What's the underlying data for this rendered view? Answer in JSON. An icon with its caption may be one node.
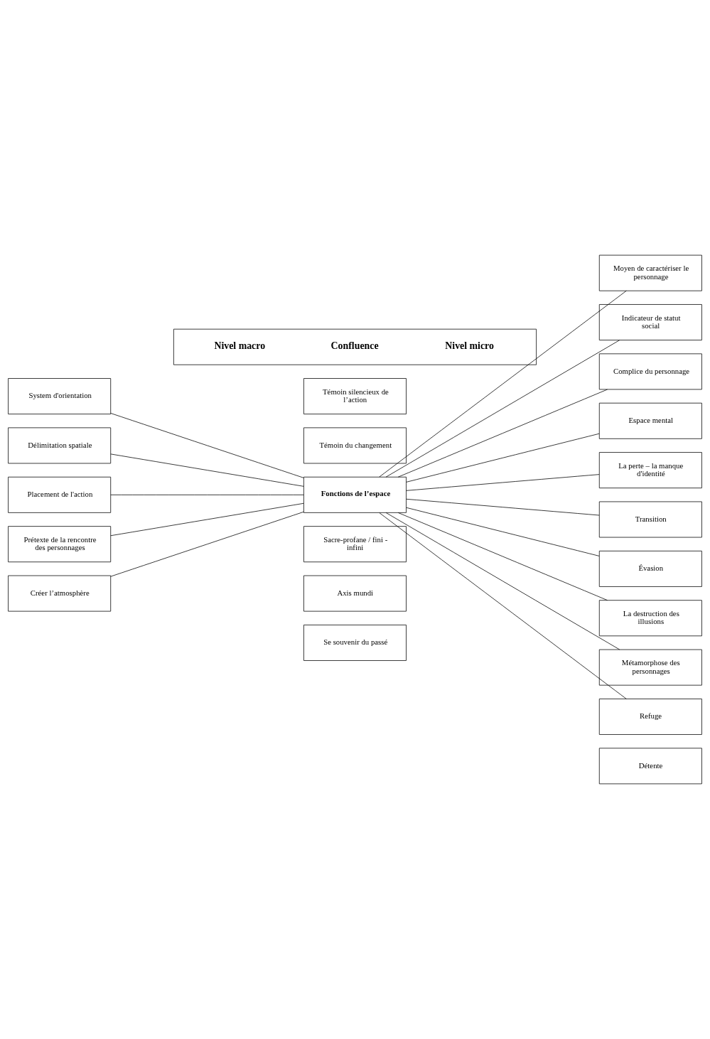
{
  "diagram": {
    "nodes": [
      {
        "text": [
          "Nivel macro",
          "Confluence",
          "Nivel micro"
        ]
      },
      {
        "text": [
          "System d'orientation"
        ]
      },
      {
        "text": [
          "Délimitation spatiale"
        ]
      },
      {
        "text": [
          "Placement de l'action"
        ]
      },
      {
        "text": [
          "Prétexte de la rencontre des personnages"
        ]
      },
      {
        "text": [
          "Créer l’atmosphère"
        ]
      },
      {
        "text": [
          "Témoin silencieux de l’action"
        ]
      },
      {
        "text": [
          "Témoin du changement"
        ]
      },
      {
        "text": [
          "Fonctions de l’espace"
        ]
      },
      {
        "text": [
          "Sacre-profane / fini - infini"
        ]
      },
      {
        "text": [
          "Axis mundi"
        ]
      },
      {
        "text": [
          "Se souvenir du passé"
        ]
      },
      {
        "text": [
          "Moyen de caractériser le personnage"
        ]
      },
      {
        "text": [
          "Indicateur de statut social"
        ]
      },
      {
        "text": [
          "Complice du personnage"
        ]
      },
      {
        "text": [
          "Espace mental"
        ]
      },
      {
        "text": [
          "La perte – la manque d'identité"
        ]
      },
      {
        "text": [
          "Transition"
        ]
      },
      {
        "text": [
          "Évasion"
        ]
      },
      {
        "text": [
          "La destruction des illusions"
        ]
      },
      {
        "text": [
          "Métamorphose des personnages"
        ]
      },
      {
        "text": [
          "Refuge"
        ]
      },
      {
        "text": [
          "Détente"
        ]
      }
    ],
    "edges": [
      {
        "from": 1,
        "to": 8,
        "arrow": "none"
      },
      {
        "from": 2,
        "to": 8,
        "arrow": "none"
      },
      {
        "from": 3,
        "to": 8,
        "arrow": "none"
      },
      {
        "from": 4,
        "to": 8,
        "arrow": "none"
      },
      {
        "from": 5,
        "to": 8,
        "arrow": "none"
      },
      {
        "from": 8,
        "to": 12,
        "arrow": "none"
      },
      {
        "from": 8,
        "to": 13,
        "arrow": "none"
      },
      {
        "from": 8,
        "to": 14,
        "arrow": "none"
      },
      {
        "from": 8,
        "to": 15,
        "arrow": "none"
      },
      {
        "from": 8,
        "to": 16,
        "arrow": "none"
      },
      {
        "from": 8,
        "to": 17,
        "arrow": "none"
      },
      {
        "from": 8,
        "to": 18,
        "arrow": "none"
      },
      {
        "from": 8,
        "to": 19,
        "arrow": "none"
      },
      {
        "from": 8,
        "to": 20,
        "arrow": "none"
      },
      {
        "from": 8,
        "to": 21,
        "arrow": "none"
      }
    ]
  }
}
